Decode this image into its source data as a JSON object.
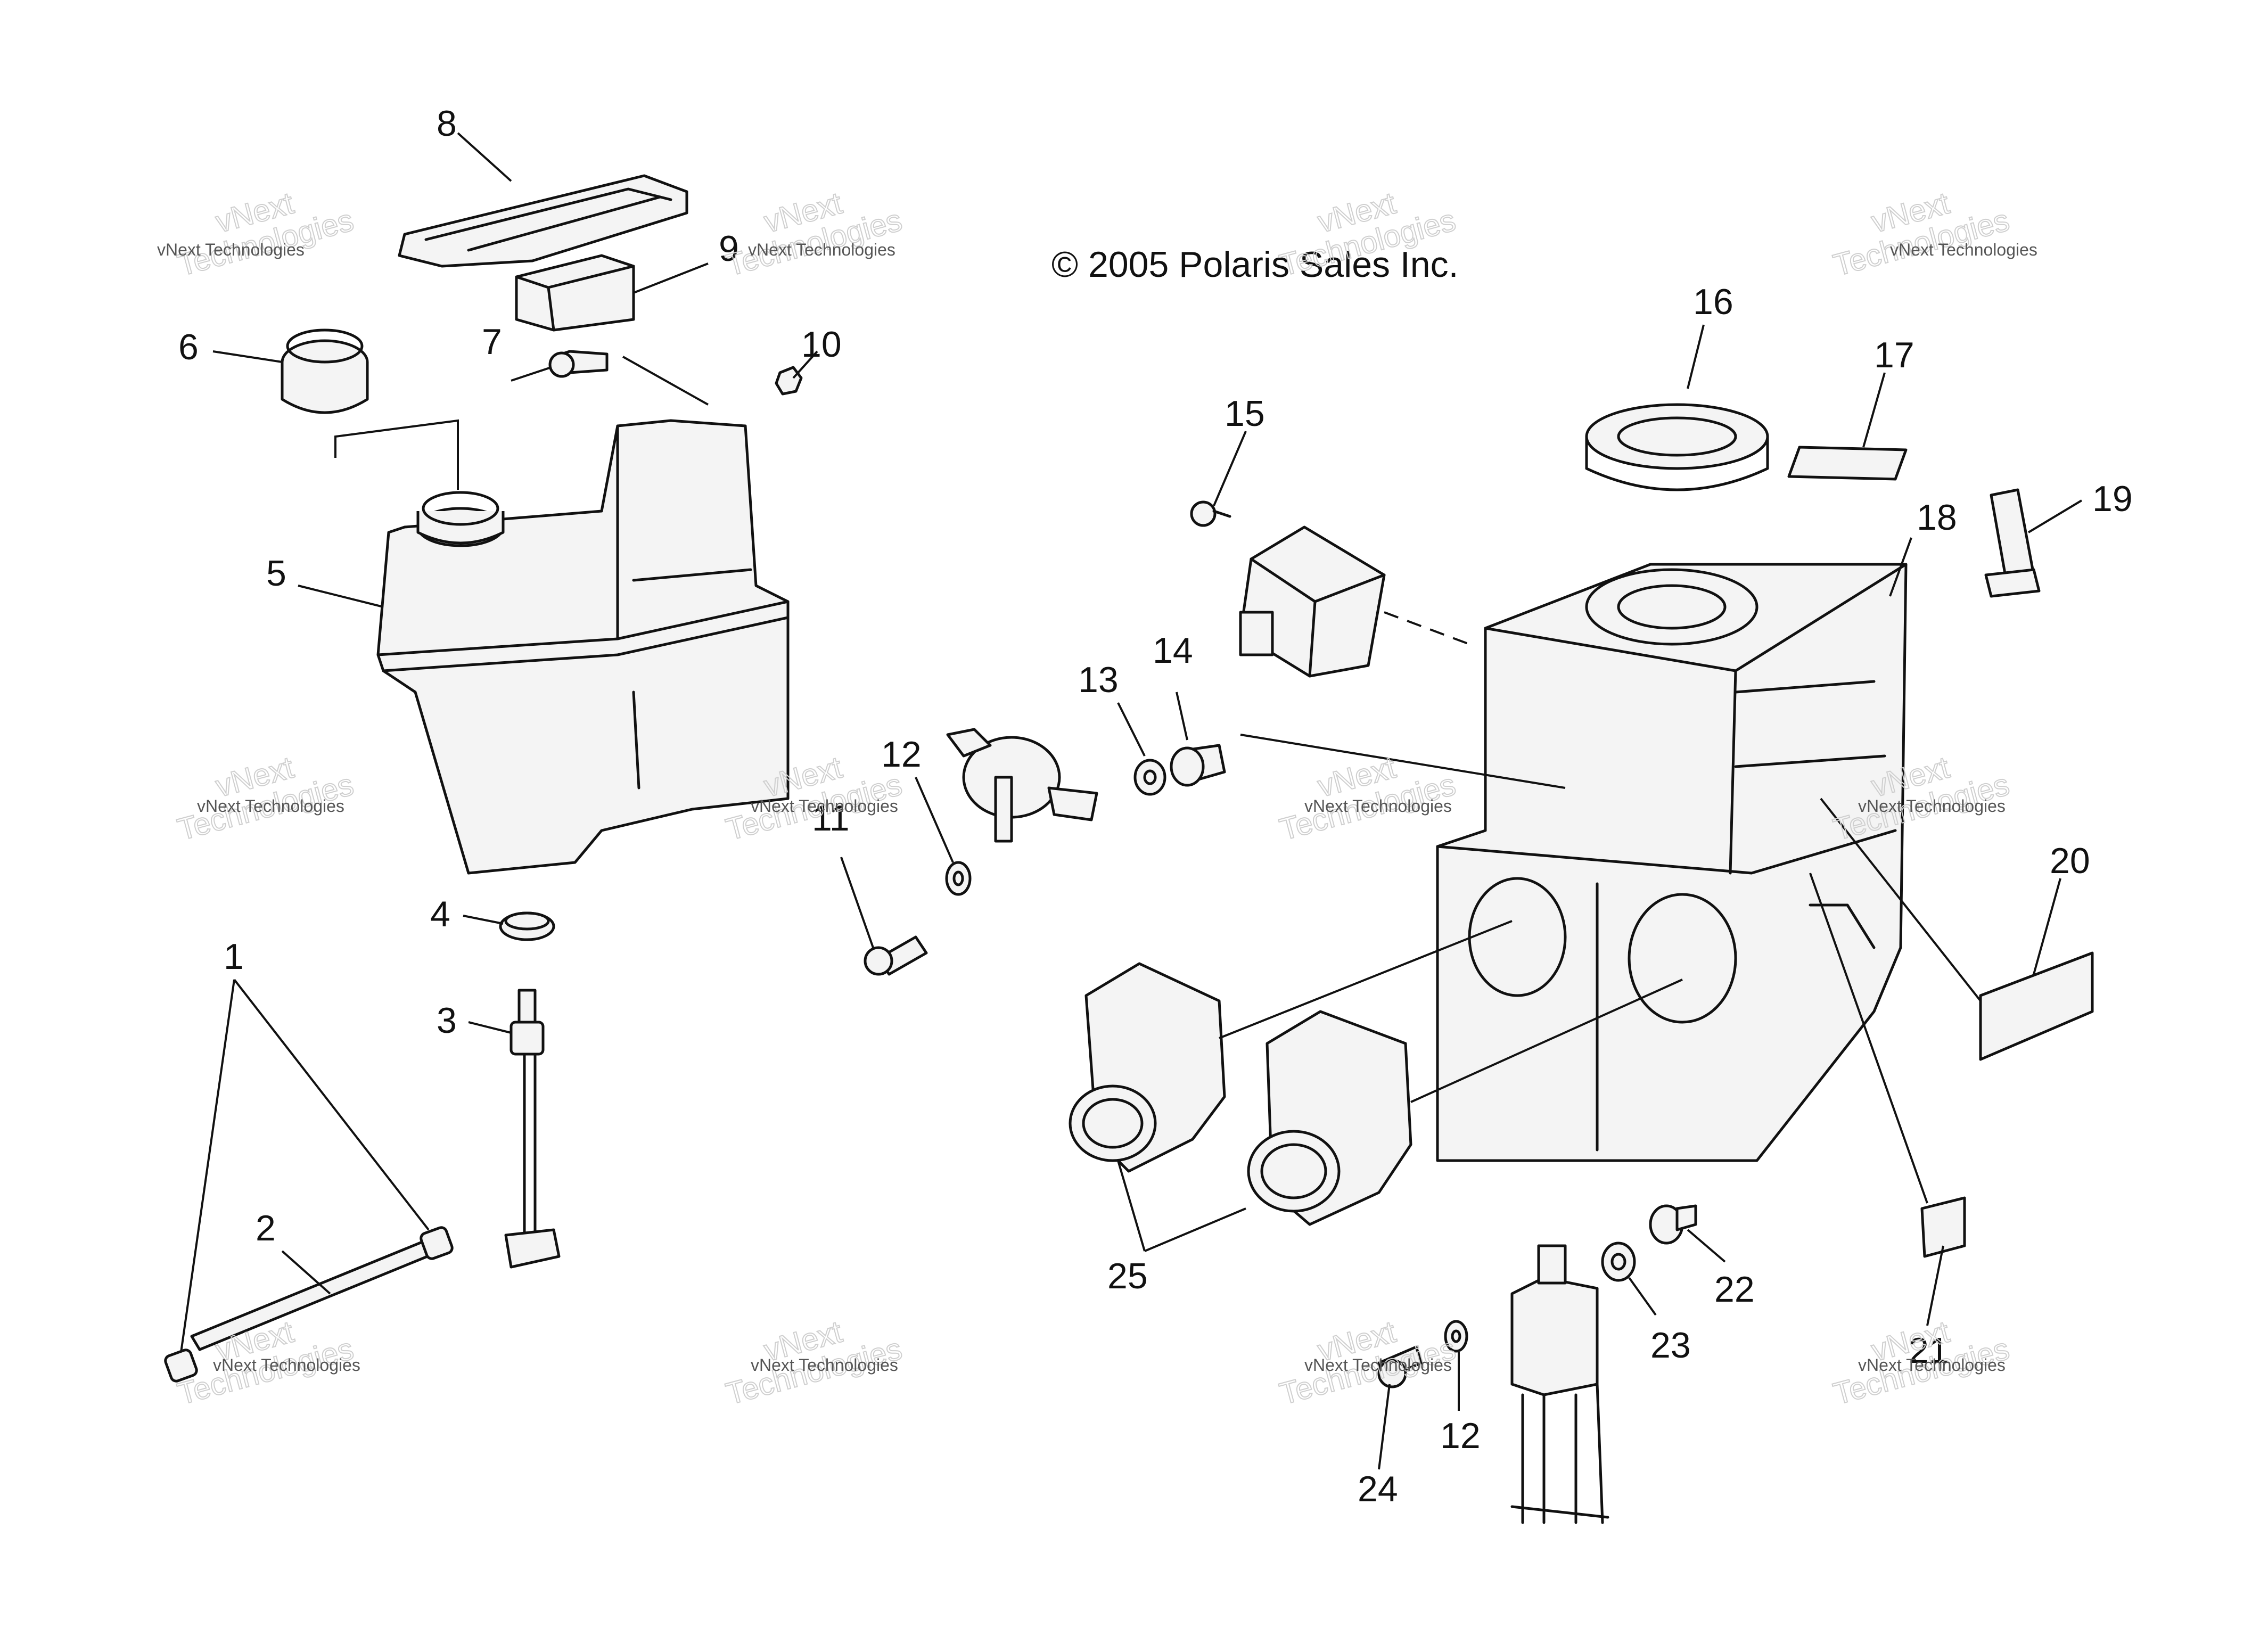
{
  "copyright": "© 2005 Polaris Sales Inc.",
  "watermark": {
    "small": "vNext Technologies",
    "large_line1": "vNext",
    "large_line2": "Technologies"
  },
  "callouts": [
    "1",
    "2",
    "3",
    "4",
    "5",
    "6",
    "7",
    "8",
    "9",
    "10",
    "11",
    "12",
    "13",
    "14",
    "15",
    "16",
    "17",
    "18",
    "19",
    "20",
    "21",
    "22",
    "23",
    "24",
    "25",
    "12"
  ]
}
